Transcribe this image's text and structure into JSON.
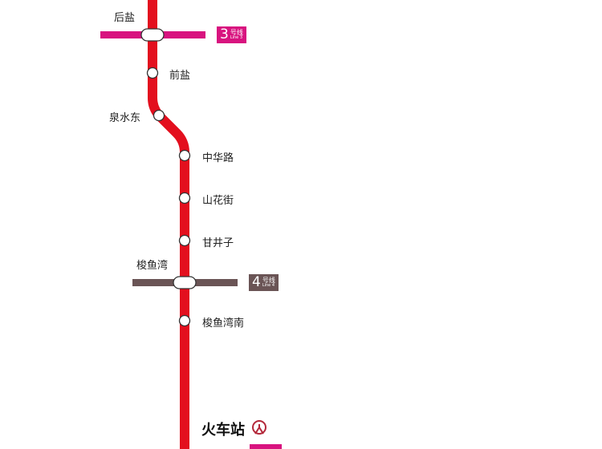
{
  "line_color": "#e30f1e",
  "interchanges": [
    {
      "name": "后盐",
      "line_number": "3",
      "line_cn": "号线",
      "line_en": "Line 3",
      "color": "#d8137f"
    },
    {
      "name": "梭鱼湾",
      "line_number": "4",
      "line_cn": "号线",
      "line_en": "Line 4",
      "color": "#6a5455"
    }
  ],
  "stations": [
    "前盐",
    "泉水东",
    "中华路",
    "山花街",
    "甘井子",
    "梭鱼湾南"
  ],
  "terminal": {
    "name": "火车站",
    "icon": "railway-station-icon",
    "icon_color": "#b3283a"
  }
}
